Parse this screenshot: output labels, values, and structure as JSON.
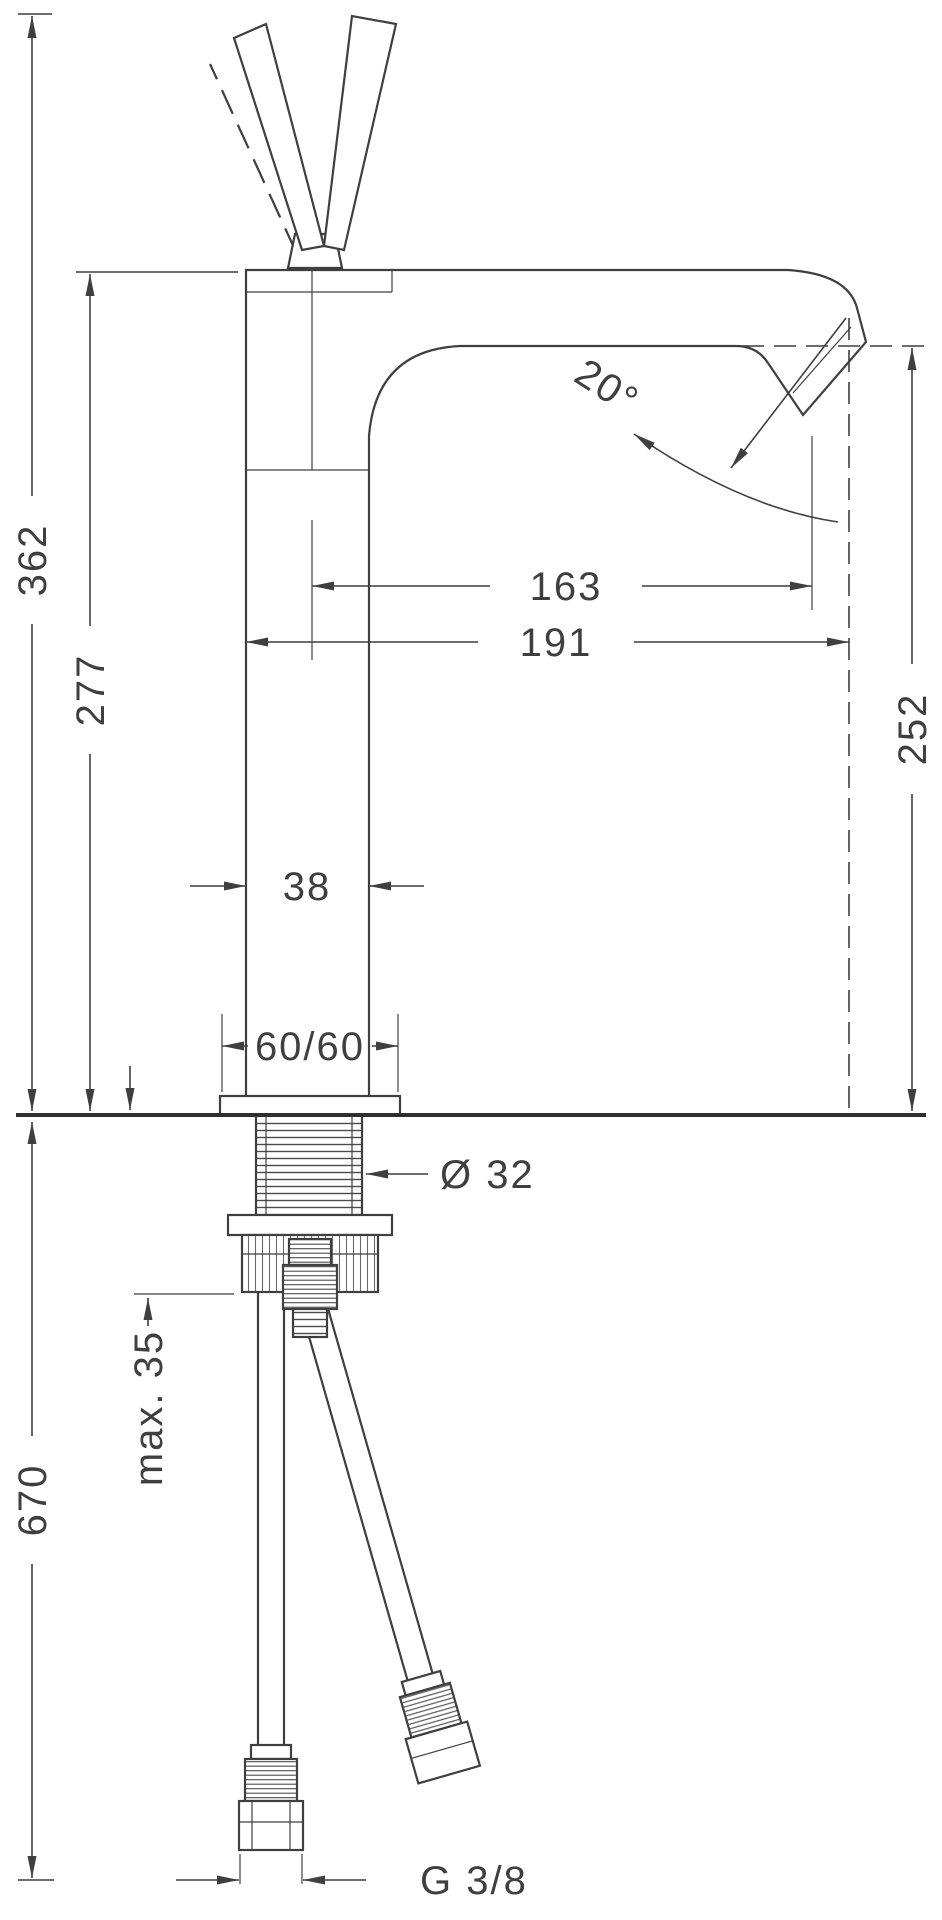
{
  "drawing": {
    "labels": {
      "height_total_above_deck": "362",
      "height_body": "277",
      "reach_aerator": "163",
      "reach_total": "191",
      "height_outlet": "252",
      "spray_angle": "20°",
      "body_width": "38",
      "base_plate": "60/60",
      "shank_diameter": "Ø 32",
      "max_deck_thickness": "max. 35",
      "height_overall": "670",
      "hose_thread": "G 3/8"
    }
  }
}
